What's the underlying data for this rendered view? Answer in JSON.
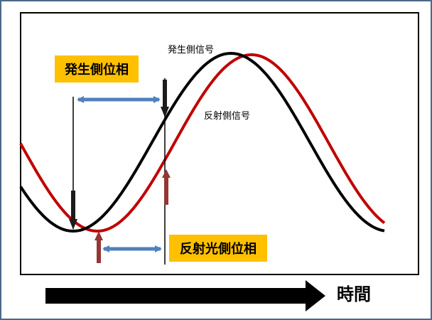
{
  "labels": {
    "source_phase": "発生側位相",
    "reflected_phase": "反射光側位相",
    "source_signal": "発生側信号",
    "reflected_signal": "反射側信号",
    "time": "時間"
  },
  "colors": {
    "source_curve": "#000000",
    "reflected_curve": "#c00000",
    "phase_label_bg": "#ffc000",
    "measure_arrow": "#4f81bd",
    "reflected_marker": "#943634",
    "frame_border": "#4a6b8a"
  },
  "icons": {
    "time_arrow": "right-arrow-icon"
  }
}
